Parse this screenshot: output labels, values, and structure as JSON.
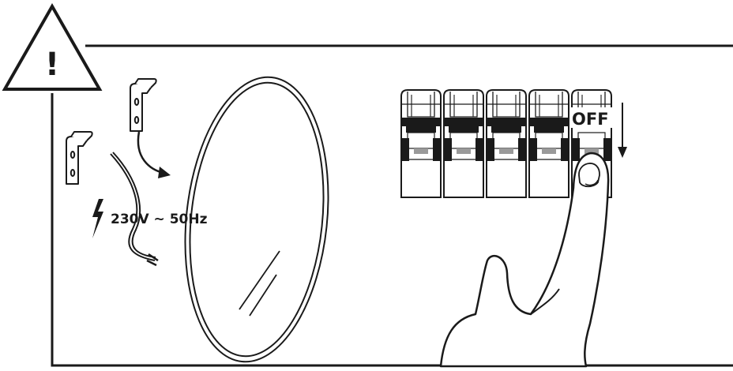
{
  "warning": {
    "symbol": "!",
    "icon": "warning-triangle-icon"
  },
  "power": {
    "label": "230V ~ 50Hz",
    "icon": "lightning-bolt-icon"
  },
  "breaker": {
    "state_label": "OFF",
    "count": 5,
    "icon": "arrow-down-icon"
  },
  "colors": {
    "line": "#1a1a1a",
    "grey": "#9a9a9a",
    "background": "#ffffff"
  }
}
